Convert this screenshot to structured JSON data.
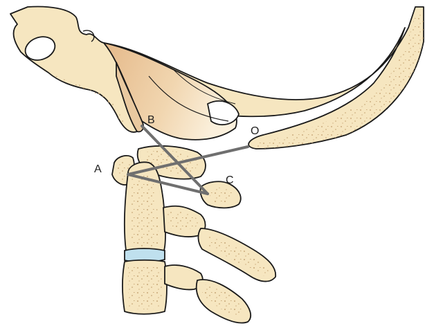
{
  "diagram": {
    "labels": {
      "A": "A",
      "B": "B",
      "C": "C",
      "O": "O"
    },
    "colors": {
      "bone": "#f6e6c0",
      "bone_shadow": "#e9c9a0",
      "disc": "#bfe0ee",
      "outline": "#1a1a1a",
      "measurement_lines": "#6f6f6f"
    },
    "measurement_lines": [
      "A-O",
      "A-C",
      "B-C"
    ]
  }
}
